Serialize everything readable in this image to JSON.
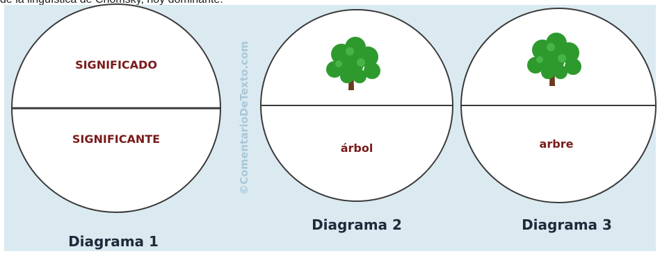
{
  "top_text": "de la lingüística de Chomsky, hoy dominante.",
  "watermark": "©ComentarioDeTexto.com",
  "diagrams": [
    {
      "top_label": "SIGNIFICADO",
      "bottom_label": "SIGNIFICANTE",
      "caption": "Diagrama 1",
      "top_content": "text"
    },
    {
      "top_label": "",
      "bottom_label": "árbol",
      "caption": "Diagrama 2",
      "top_content": "tree-icon"
    },
    {
      "top_label": "",
      "bottom_label": "arbre",
      "caption": "Diagrama 3",
      "top_content": "tree-icon"
    }
  ],
  "colors": {
    "background": "#dbeaf1",
    "circle_fill": "#ffffff",
    "circle_stroke": "#3a3a3a",
    "divider": "#3a3a3a",
    "label_text": "#7a1a1a",
    "caption_text": "#1f2a3a",
    "tree_foliage": "#2e9a2e",
    "tree_trunk": "#6b3a1f"
  }
}
